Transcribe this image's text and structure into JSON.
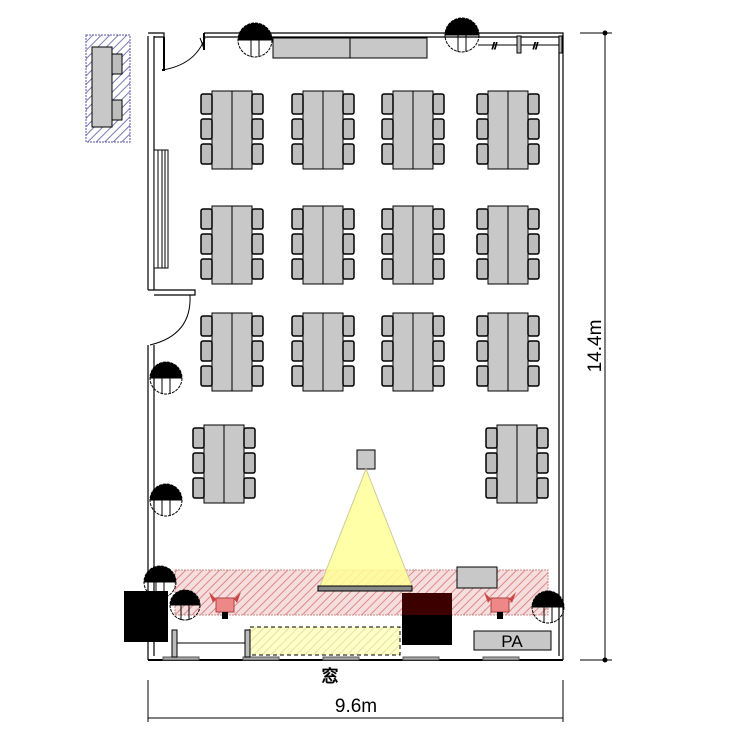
{
  "labels": {
    "window": "窓",
    "width": "9.6m",
    "depth": "14.4m",
    "pa": "PA"
  },
  "colors": {
    "table": "#c8c8c8",
    "chair": "#bdbdbd",
    "stage_hatch": "#e8a0a0",
    "projection": "#ffff99",
    "reserved_hatch": "#8080c0",
    "equipment": "#000000"
  },
  "layout_summary": {
    "table_groups": 14,
    "seats_per_group": 6
  }
}
